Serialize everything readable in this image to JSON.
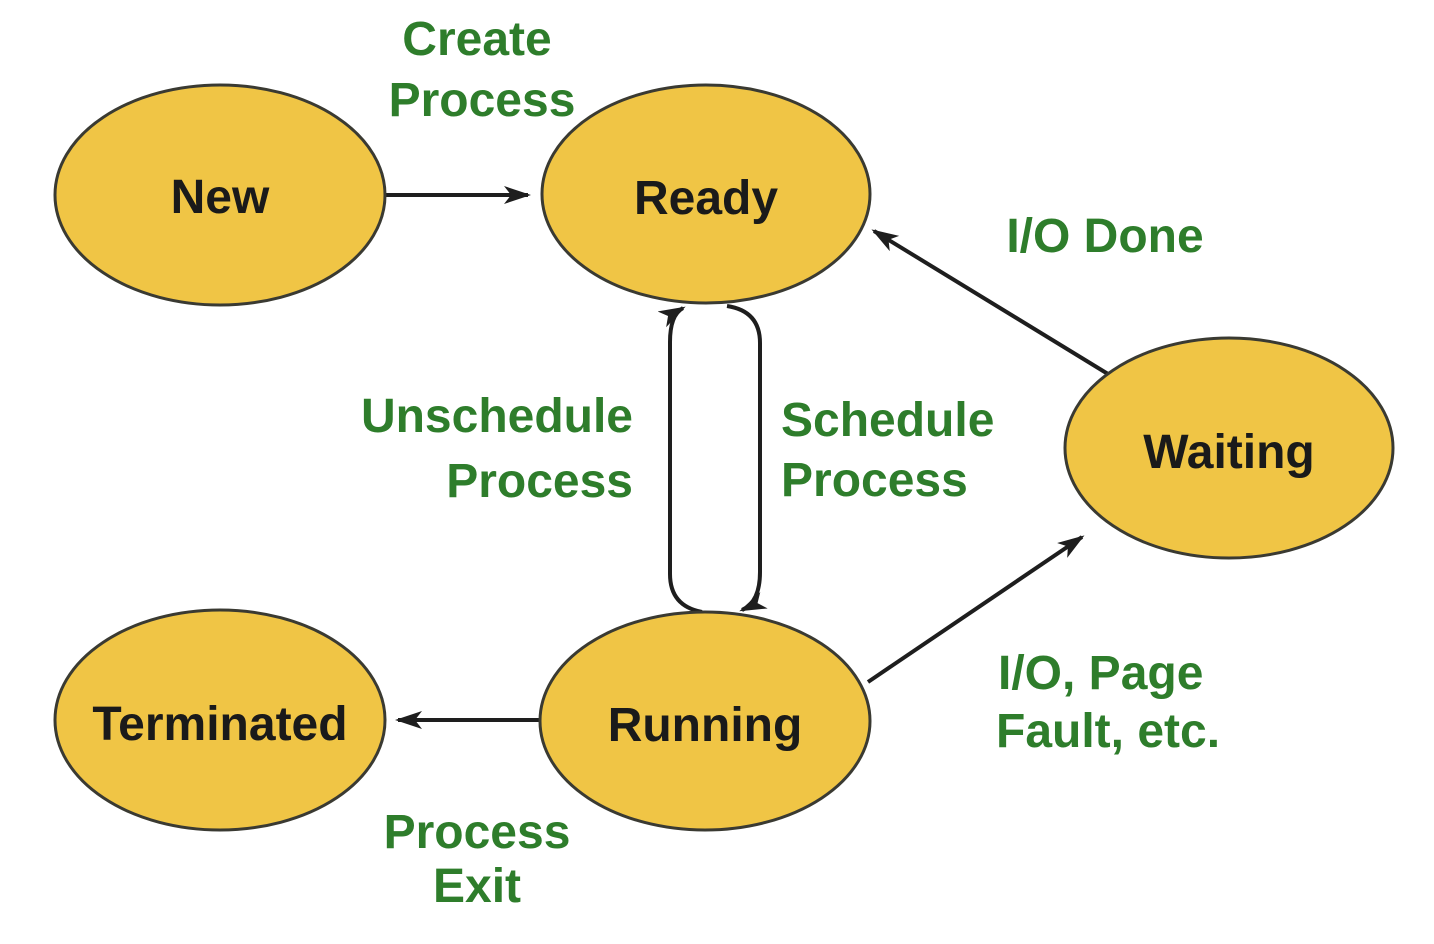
{
  "diagram": {
    "name": "process-state-diagram",
    "colors": {
      "background": "#FFFFFF",
      "node_fill": "#F0C545",
      "node_stroke": "#3A3A32",
      "node_text": "#1A1A1A",
      "arrow": "#1E1E1E",
      "transition_label": "#2E7D2B"
    },
    "nodes": {
      "new": {
        "label": "New"
      },
      "ready": {
        "label": "Ready"
      },
      "waiting": {
        "label": "Waiting"
      },
      "running": {
        "label": "Running"
      },
      "terminated": {
        "label": "Terminated"
      }
    },
    "edge_labels": {
      "create_process": {
        "line1": "Create",
        "line2": "Process"
      },
      "io_done": {
        "line1": "I/O Done"
      },
      "unschedule_process": {
        "line1": "Unschedule",
        "line2": "Process"
      },
      "schedule_process": {
        "line1": "Schedule",
        "line2": "Process"
      },
      "io_page_fault": {
        "line1": "I/O, Page",
        "line2": "Fault, etc."
      },
      "process_exit": {
        "line1": "Process",
        "line2": "Exit"
      }
    },
    "edges": [
      {
        "id": "create_process",
        "from": "new",
        "to": "ready"
      },
      {
        "id": "io_done",
        "from": "waiting",
        "to": "ready"
      },
      {
        "id": "schedule_process",
        "from": "ready",
        "to": "running"
      },
      {
        "id": "unschedule_process",
        "from": "running",
        "to": "ready"
      },
      {
        "id": "io_page_fault",
        "from": "running",
        "to": "waiting"
      },
      {
        "id": "process_exit",
        "from": "running",
        "to": "terminated"
      }
    ]
  }
}
